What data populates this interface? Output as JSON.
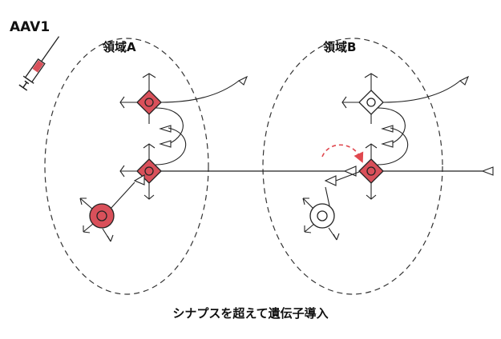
{
  "labels": {
    "aav": "AAV1",
    "region_a": "領域A",
    "region_b": "領域B",
    "caption": "シナプスを超えて遺伝子導入"
  },
  "colors": {
    "infected": "#d9505a",
    "outline": "#222222",
    "arrow": "#e0484f",
    "uninfected": "#ffffff"
  },
  "icons": [
    "syringe-icon",
    "neuron-diamond-icon",
    "neuron-circle-icon",
    "synapse-terminal-icon",
    "transfer-arrow-icon"
  ]
}
